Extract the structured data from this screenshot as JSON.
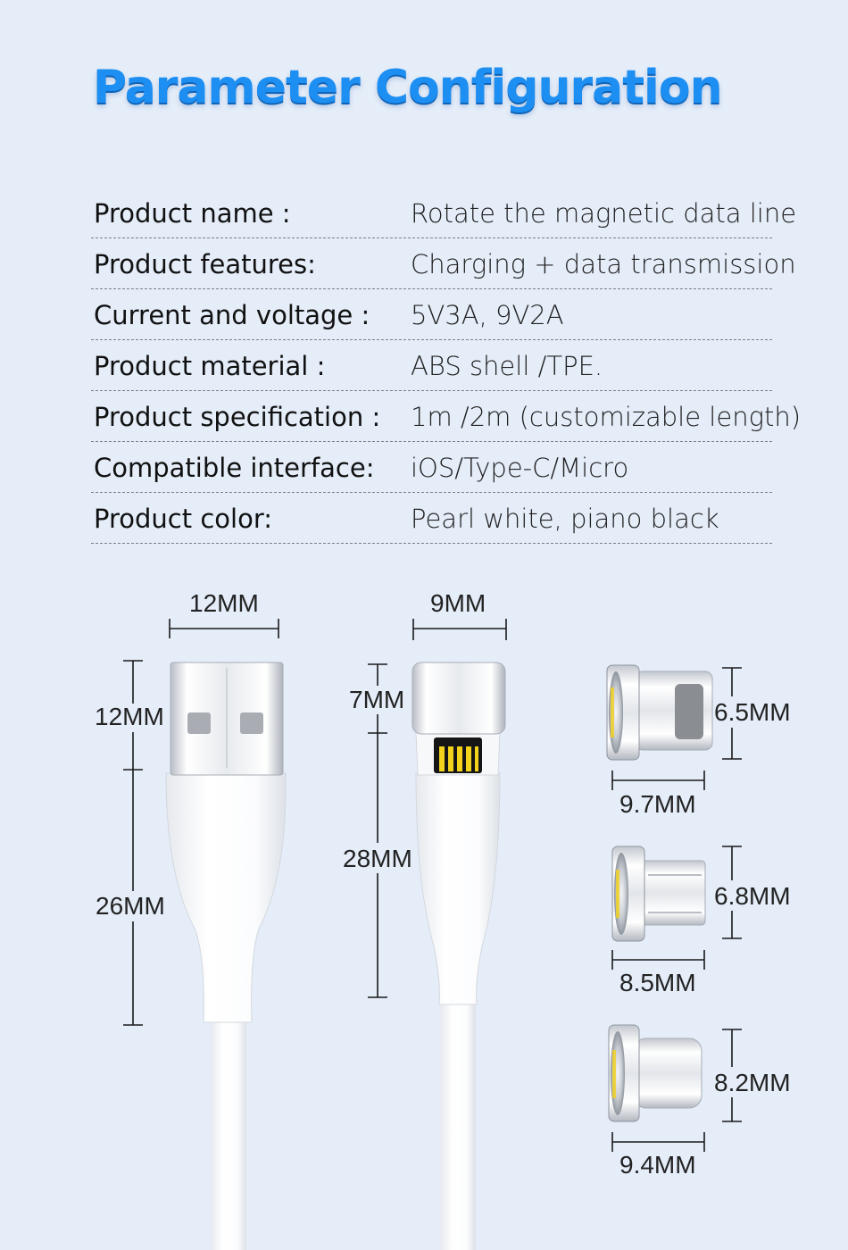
{
  "title": "Parameter Configuration",
  "specs": [
    {
      "key": "Product name :",
      "value": "Rotate the magnetic data line"
    },
    {
      "key": "Product features:",
      "value": "Charging + data transmission"
    },
    {
      "key": "Current and voltage :",
      "value": "5V3A, 9V2A"
    },
    {
      "key": "Product material :",
      "value": "ABS shell /TPE."
    },
    {
      "key": "Product specification :",
      "value": "1m /2m (customizable length)"
    },
    {
      "key": "Compatible interface:",
      "value": "iOS/Type-C/Micro"
    },
    {
      "key": "Product color:",
      "value": "Pearl white, piano black"
    }
  ],
  "dimensions": {
    "usb_width": "12MM",
    "usb_plug_length": "12MM",
    "usb_body_length": "26MM",
    "mag_width": "9MM",
    "mag_head_length": "7MM",
    "mag_body_length": "28MM",
    "lightning_height": "6.5MM",
    "lightning_length": "9.7MM",
    "micro_height": "6.8MM",
    "micro_length": "8.5MM",
    "typec_height": "8.2MM",
    "typec_length": "9.4MM"
  },
  "colors": {
    "background": "#e5edf9",
    "title": "#1d8ff2",
    "cable": "#ffffff",
    "magnet_contact": "#f2d21b"
  }
}
